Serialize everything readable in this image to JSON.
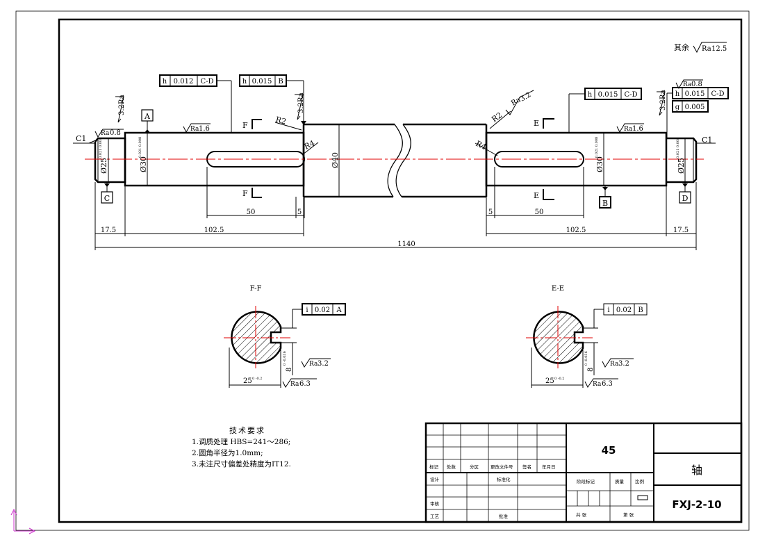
{
  "colors": {
    "line": "#000000",
    "center_line": "#e00000",
    "ucs_axis": "#cc33cc"
  },
  "roughness": {
    "other": "其余",
    "ra_symbol": "Ra",
    "ra125": "12.5",
    "ra32": "3.2",
    "ra08": "0.8",
    "ra16": "1.6",
    "ra63": "6.3"
  },
  "datums": {
    "a": "A",
    "b": "B",
    "c": "C",
    "d": "D",
    "e": "E",
    "f": "F"
  },
  "tolerances": {
    "h_012": {
      "sym": "h",
      "val": "0.012",
      "ref": "C-D"
    },
    "h_015b": {
      "sym": "h",
      "val": "0.015",
      "ref": "B"
    },
    "h_015cd_mid": {
      "sym": "h",
      "val": "0.015",
      "ref": "C-D"
    },
    "h_015cd_right": {
      "sym": "h",
      "val": "0.015",
      "ref": "C-D"
    },
    "g_005": {
      "sym": "g",
      "val": "0.005"
    },
    "i_02a": {
      "sym": "i",
      "val": "0.02",
      "ref": "A"
    },
    "i_02b": {
      "sym": "i",
      "val": "0.02",
      "ref": "B"
    }
  },
  "dims": {
    "c1": "C1",
    "r2": "R2",
    "r4": "R4",
    "d25": "Ø25",
    "d25_tol": "0.021 0.008",
    "d30": "Ø30",
    "d30_tol": "0.021 0.008",
    "d40": "Ø40",
    "w50": "50",
    "w5": "5",
    "l175": "17.5",
    "l1025": "102.5",
    "l1140": "1140",
    "kw8": "8",
    "kw8_tol": "0 -0.036",
    "kd25": "25",
    "kd25_tol": "0 -0.2"
  },
  "sections": {
    "ff": "F-F",
    "ee": "E-E"
  },
  "tech_req": {
    "title": "技术要求",
    "items": [
      "1.调质处理 HBS=241～286;",
      "2.圆角半径为1.0mm;",
      "3.未注尺寸偏差处精度为IT12."
    ]
  },
  "title_block": {
    "material": "45",
    "part_name": "轴",
    "drawing_no": "FXJ-2-10",
    "headers": [
      "标记",
      "处数",
      "分区",
      "更改文件号",
      "签名",
      "年月日"
    ],
    "design": "设计",
    "standard": "标准化",
    "review": "审核",
    "process": "工艺",
    "approve": "批准",
    "stage": "阶段标记",
    "weight": "质量",
    "scale": "比例",
    "total": "共  张",
    "sheet": "第  张"
  }
}
